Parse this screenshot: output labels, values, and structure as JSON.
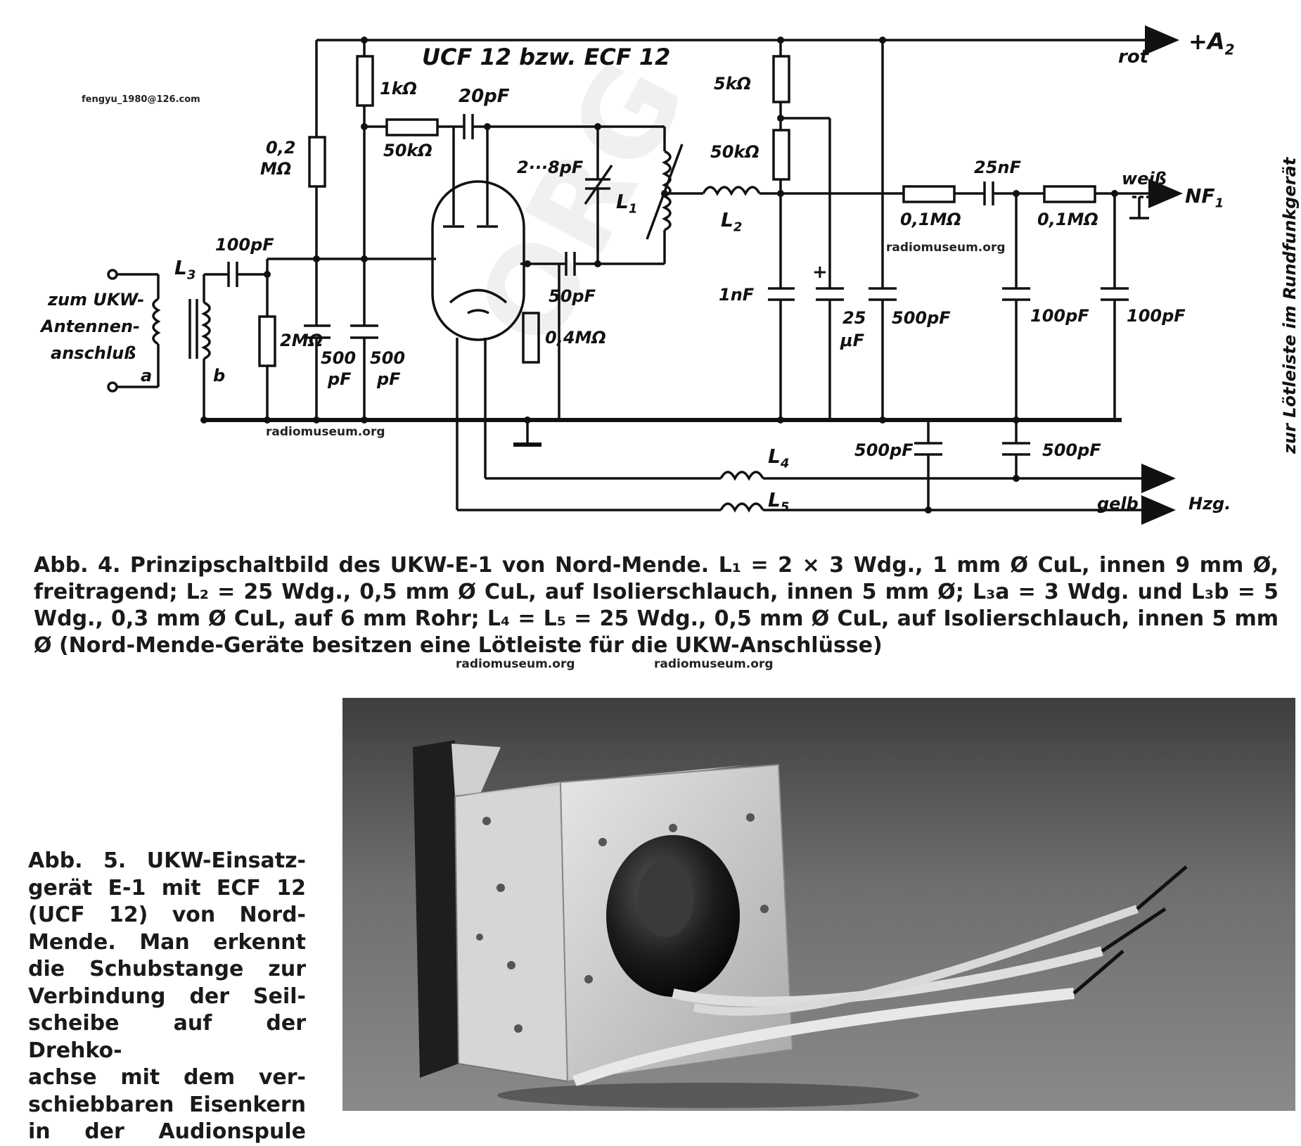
{
  "watermarks": {
    "email": "fengyu_1980@126.com",
    "site": "radiomuseum.org"
  },
  "schematic": {
    "tube_label": "UCF 12 bzw. ECF 12",
    "labels": {
      "plus_a2": "+A",
      "a2_sub": "2",
      "rot": "rot",
      "r1k": "1kΩ",
      "c20p": "20pF",
      "r5k": "5kΩ",
      "r02m_top": "0,2",
      "r02m_bot": "MΩ",
      "r50k_a": "50kΩ",
      "r50k_b": "50kΩ",
      "c2_8": "2···8pF",
      "l1": "L",
      "l1_sub": "1",
      "l2": "L",
      "l2_sub": "2",
      "c25n": "25nF",
      "weiss": "weiß",
      "nf1": "NF",
      "nf1_sub": "1",
      "r01m_a": "0,1MΩ",
      "r01m_b": "0,1MΩ",
      "c100p_in": "100pF",
      "l3": "L",
      "l3_sub": "3",
      "ant1": "zum UKW-",
      "ant2": "Antennen-",
      "ant3": "anschluß",
      "tap_a": "a",
      "tap_b": "b",
      "r2m": "2MΩ",
      "c500a_1": "500",
      "c500a_2": "pF",
      "c500b_1": "500",
      "c500b_2": "pF",
      "c50p": "50pF",
      "r04m": "0,4MΩ",
      "c1n": "1nF",
      "c25u_1": "25",
      "c25u_2": "μF",
      "plus": "+",
      "c500c": "500pF",
      "c100p_a": "100pF",
      "c100p_b": "100pF",
      "c500d": "500pF",
      "c500e": "500pF",
      "l4": "L",
      "l4_sub": "4",
      "l5": "L",
      "l5_sub": "5",
      "gelb": "gelb",
      "hzg": "Hzg.",
      "side": "zur Lötleiste im Rundfunkgerät"
    }
  },
  "caption4": "Abb. 4. Prinzipschaltbild des UKW-E-1 von Nord-Mende. L₁ = 2 × 3 Wdg., 1 mm Ø CuL, innen 9 mm Ø, freitragend; L₂ = 25 Wdg., 0,5 mm Ø CuL, auf Isolierschlauch, innen 5 mm Ø; L₃a = 3 Wdg. und L₃b = 5 Wdg., 0,3 mm Ø CuL, auf 6 mm Rohr; L₄ = L₅ = 25 Wdg., 0,5 mm Ø CuL, auf Isolierschlauch, innen 5 mm Ø (Nord-Mende-Geräte besitzen eine Lötleiste für die UKW-Anschlüsse)",
  "caption5_lines": [
    "Abb. 5. UKW-Einsatz-",
    "gerät E-1 mit ECF 12",
    "(UCF 12) von Nord-",
    "Mende. Man erkennt",
    "die Schubstange zur",
    "Verbindung der Seil-",
    "scheibe auf der Drehko-",
    "achse mit dem ver-",
    "schiebbaren Eisenkern",
    "in der Audionspule"
  ]
}
